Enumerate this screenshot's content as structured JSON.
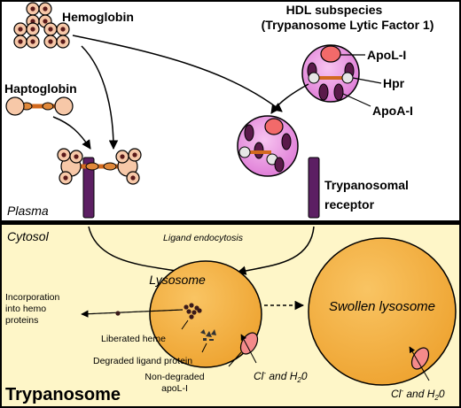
{
  "labels": {
    "hemoglobin": "Hemoglobin",
    "haptoglobin": "Haptoglobin",
    "hdl_line1": "HDL subspecies",
    "hdl_line2": "(Trypanosome Lytic Factor 1)",
    "apol1": "ApoL-I",
    "hpr": "Hpr",
    "apoa1": "ApoA-I",
    "plasma": "Plasma",
    "receptor_line1": "Trypanosomal",
    "receptor_line2": "receptor",
    "cytosol": "Cytosol",
    "ligand_endocytosis": "Ligand endocytosis",
    "lysosome": "Lysosome",
    "swollen_lysosome": "Swollen lysosome",
    "incorporation_line1": "Incorporation",
    "incorporation_line2": "into hemo",
    "incorporation_line3": "proteins",
    "liberated_heme": "Liberated heme",
    "degraded_ligand": "Degraded ligand protein",
    "nondegraded_line1": "Non-degraded",
    "nondegraded_line2": "apoL-I",
    "cl_water_base": "Cl",
    "cl_water_sup": "-",
    "cl_water_mid": " and H",
    "cl_water_sub": "2",
    "cl_water_end": "0",
    "trypanosome": "Trypanosome"
  },
  "colors": {
    "cytosol_bg": "#fef6c8",
    "lysosome_fill": "#f5b240",
    "hdl_fill": "#ee9ae6",
    "receptor": "#5c1f63",
    "apol1": "#f26a6a",
    "hpr": "#5a1a4a",
    "heme": "#3a1a1a",
    "haptoglobin": "#f7c8a8",
    "haptoglobin_link": "#d2691e",
    "membrane": "#000000"
  }
}
